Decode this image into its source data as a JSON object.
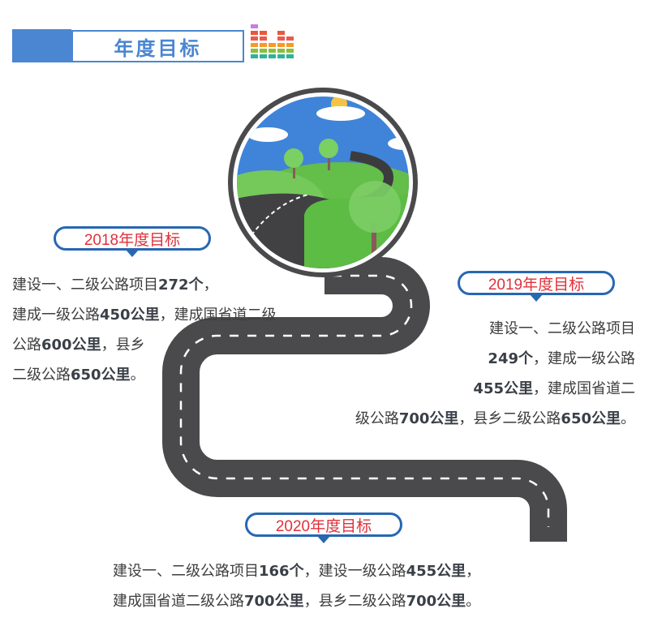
{
  "header": {
    "title": "年度目标",
    "accent_color": "#4a86d1",
    "icon": "equalizer-bars-icon"
  },
  "illustration": {
    "description": "circular scene with winding road, hills, trees, clouds, sun",
    "colors": {
      "sky": "#3f84d8",
      "grass": "#5dbb46",
      "road": "#4a4a4c",
      "sun": "#f5c443"
    }
  },
  "goals": [
    {
      "year_label": "2018年度目标",
      "lines": [
        [
          "建设一、二级公路项目",
          "272个",
          "，"
        ],
        [
          "建成一级公路",
          "450公里",
          "，建成国省道二级"
        ],
        [
          "公路",
          "600公里",
          "，县乡"
        ],
        [
          "二级公路",
          "650公里",
          "。"
        ]
      ]
    },
    {
      "year_label": "2019年度目标",
      "lines": [
        [
          "建设一、二级公路项目",
          "",
          ""
        ],
        [
          "",
          "249个",
          "，建成一级公路"
        ],
        [
          "",
          "455公里",
          "，建成国省道二"
        ],
        [
          "级公路",
          "700公里",
          "，县乡二级公路",
          "650公里",
          "。"
        ]
      ]
    },
    {
      "year_label": "2020年度目标",
      "lines": [
        [
          "建设一、二级公路项目",
          "166个",
          "，建设一级公路",
          "455公里",
          "，"
        ],
        [
          "建成国省道二级公路",
          "700公里",
          "，县乡二级公路",
          "700公里",
          "。"
        ]
      ]
    }
  ],
  "colors": {
    "pill_border": "#2867b2",
    "pill_text": "#e0313a",
    "body_text": "#3e3e3e"
  }
}
